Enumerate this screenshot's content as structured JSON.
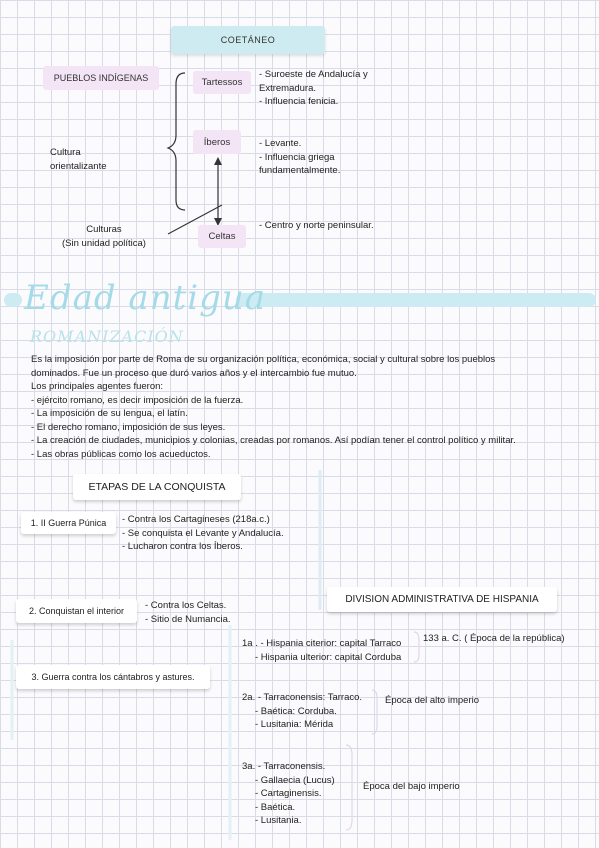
{
  "top": {
    "coetaneo": "COETÁNEO",
    "pueblos": "PUEBLOS INDÍGENAS",
    "cultura_orientalizante": [
      "Cultura",
      "orientalizante"
    ],
    "culturas": [
      "Culturas",
      "(Sin unidad política)"
    ],
    "tartessos": {
      "label": "Tartessos",
      "notes": [
        "- Suroeste de Andalucía y",
        "Extremadura.",
        "- Influencia fenicia."
      ]
    },
    "iberos": {
      "label": "Íberos",
      "notes": [
        "- Levante.",
        "- Influencia griega",
        "fundamentalmente."
      ]
    },
    "celtas": {
      "label": "Celtas",
      "notes": [
        "- Centro y norte peninsular."
      ]
    }
  },
  "edad": {
    "title": "Edad antigua",
    "subtitle": "ROMANIZACIÓN",
    "paragraph": [
      "Es la imposición por parte de Roma de su organización política, económica, social y cultural sobre los pueblos",
      "dominados. Fue un proceso que duró varios años y el intercambio fue mutuo.",
      "Los principales agentes fueron:",
      "- ejército romano, es decir imposición de la fuerza.",
      "- La imposición de su lengua, el latín.",
      "- El derecho romano, imposición de sus leyes.",
      "- La creación de ciudades, municipios y colonias, creadas por romanos. Así podían tener el control político y militar.",
      "- Las obras públicas como los acueductos."
    ]
  },
  "etapas": {
    "title": "ETAPAS DE LA CONQUISTA",
    "stage1": {
      "label": "1. II Guerra Púnica",
      "notes": [
        "- Contra los Cartagineses (218a.c.)",
        "- Se conquista el Levante y Andalucía.",
        "- Lucharon contra los Íberos."
      ]
    },
    "stage2": {
      "label": "2. Conquistan el interior",
      "notes": [
        "- Contra los Celtas.",
        "- Sitio de Numancia."
      ]
    },
    "stage3": {
      "label": "3. Guerra contra los cántabros y astures."
    }
  },
  "division": {
    "title": "DIVISION ADMINISTRATIVA DE HISPANIA",
    "d1": {
      "lines": [
        "1a . - Hispania citerior: capital Tarraco",
        "- Hispania ulterior: capital Corduba"
      ],
      "note": "133 a. C. ( Época de la república)"
    },
    "d2": {
      "lines": [
        "2a. - Tarraconensis: Tarraco.",
        "- Baética: Corduba.",
        "- Lusitania: Mérida"
      ],
      "note": "Época del alto imperio"
    },
    "d3": {
      "lines": [
        "3a. - Tarraconensis.",
        "- Gallaecia (Lucus)",
        "- Cartaginensis.",
        "- Baética.",
        "- Lusitania."
      ],
      "note": "Época del bajo imperio"
    }
  },
  "colors": {
    "accent_cyan": "#cdebf0",
    "accent_pink": "#f3e4f6",
    "title_blue": "#a5dbe8"
  }
}
